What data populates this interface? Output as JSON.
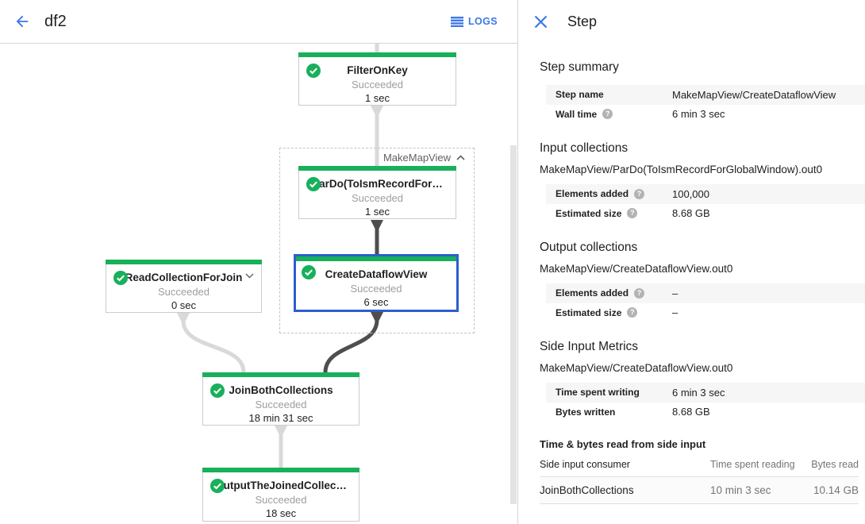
{
  "topbar": {
    "title": "df2",
    "logs_label": "LOGS"
  },
  "graph": {
    "group_label": "MakeMapView",
    "nodes": [
      {
        "name": "FilterOnKey",
        "status": "Succeeded",
        "time": "1 sec"
      },
      {
        "name": "ParDo(ToIsmRecordFor…",
        "status": "Succeeded",
        "time": "1 sec"
      },
      {
        "name": "CreateDataflowView",
        "status": "Succeeded",
        "time": "6 sec"
      },
      {
        "name": "ReadCollectionForJoin",
        "status": "Succeeded",
        "time": "0 sec"
      },
      {
        "name": "JoinBothCollections",
        "status": "Succeeded",
        "time": "18 min 31 sec"
      },
      {
        "name": "OutputTheJoinedCollec…",
        "status": "Succeeded",
        "time": "18 sec"
      }
    ],
    "colors": {
      "success_green": "#18b05b",
      "selection_blue": "#2d5fcc",
      "edge_light": "#d9d9d9",
      "edge_dark": "#4e4e4e"
    }
  },
  "panel": {
    "title": "Step",
    "step_summary": {
      "heading": "Step summary",
      "rows": [
        {
          "label": "Step name",
          "value": "MakeMapView/CreateDataflowView"
        },
        {
          "label": "Wall time",
          "value": "6 min 3 sec"
        }
      ]
    },
    "input_collections": {
      "heading": "Input collections",
      "collection": "MakeMapView/ParDo(ToIsmRecordForGlobalWindow).out0",
      "rows": [
        {
          "label": "Elements added",
          "value": "100,000"
        },
        {
          "label": "Estimated size",
          "value": "8.68 GB"
        }
      ]
    },
    "output_collections": {
      "heading": "Output collections",
      "collection": "MakeMapView/CreateDataflowView.out0",
      "rows": [
        {
          "label": "Elements added",
          "value": "–"
        },
        {
          "label": "Estimated size",
          "value": "–"
        }
      ]
    },
    "side_input_metrics": {
      "heading": "Side Input Metrics",
      "collection": "MakeMapView/CreateDataflowView.out0",
      "rows": [
        {
          "label": "Time spent writing",
          "value": "6 min 3 sec"
        },
        {
          "label": "Bytes written",
          "value": "8.68 GB"
        }
      ]
    },
    "side_input_table": {
      "heading": "Time & bytes read from side input",
      "columns": [
        "Side input consumer",
        "Time spent reading",
        "Bytes read"
      ],
      "rows": [
        [
          "JoinBothCollections",
          "10 min 3 sec",
          "10.14 GB"
        ]
      ]
    }
  }
}
